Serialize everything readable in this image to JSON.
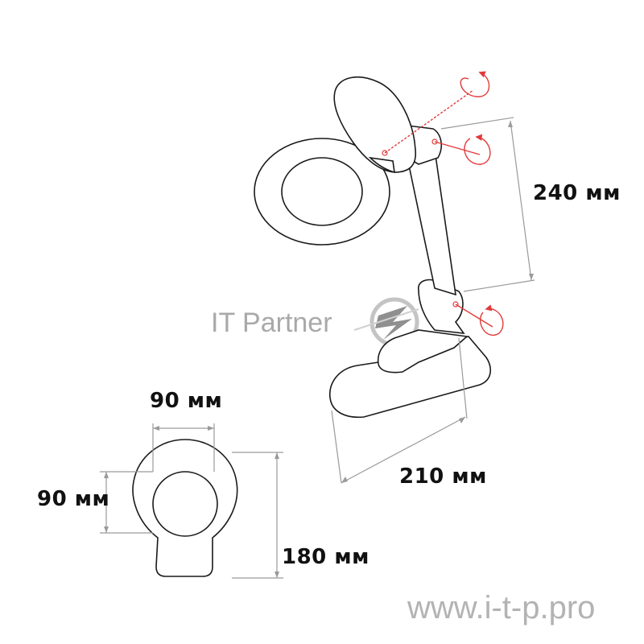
{
  "dimensions": {
    "height": "240 мм",
    "base_length": "210 мм",
    "width_top": "90 мм",
    "height_left": "90 мм",
    "total_height": "180 мм"
  },
  "watermark": {
    "brand": "IT Partner",
    "url": "www.i-t-p.pro"
  },
  "colors": {
    "outline": "#1a1a1a",
    "dimension": "#9a9a9a",
    "rotation": "#e23a3a",
    "watermark": "#a9a9a9"
  },
  "icons": [
    "rotation-arrow-icon",
    "lightning-logo-icon"
  ]
}
